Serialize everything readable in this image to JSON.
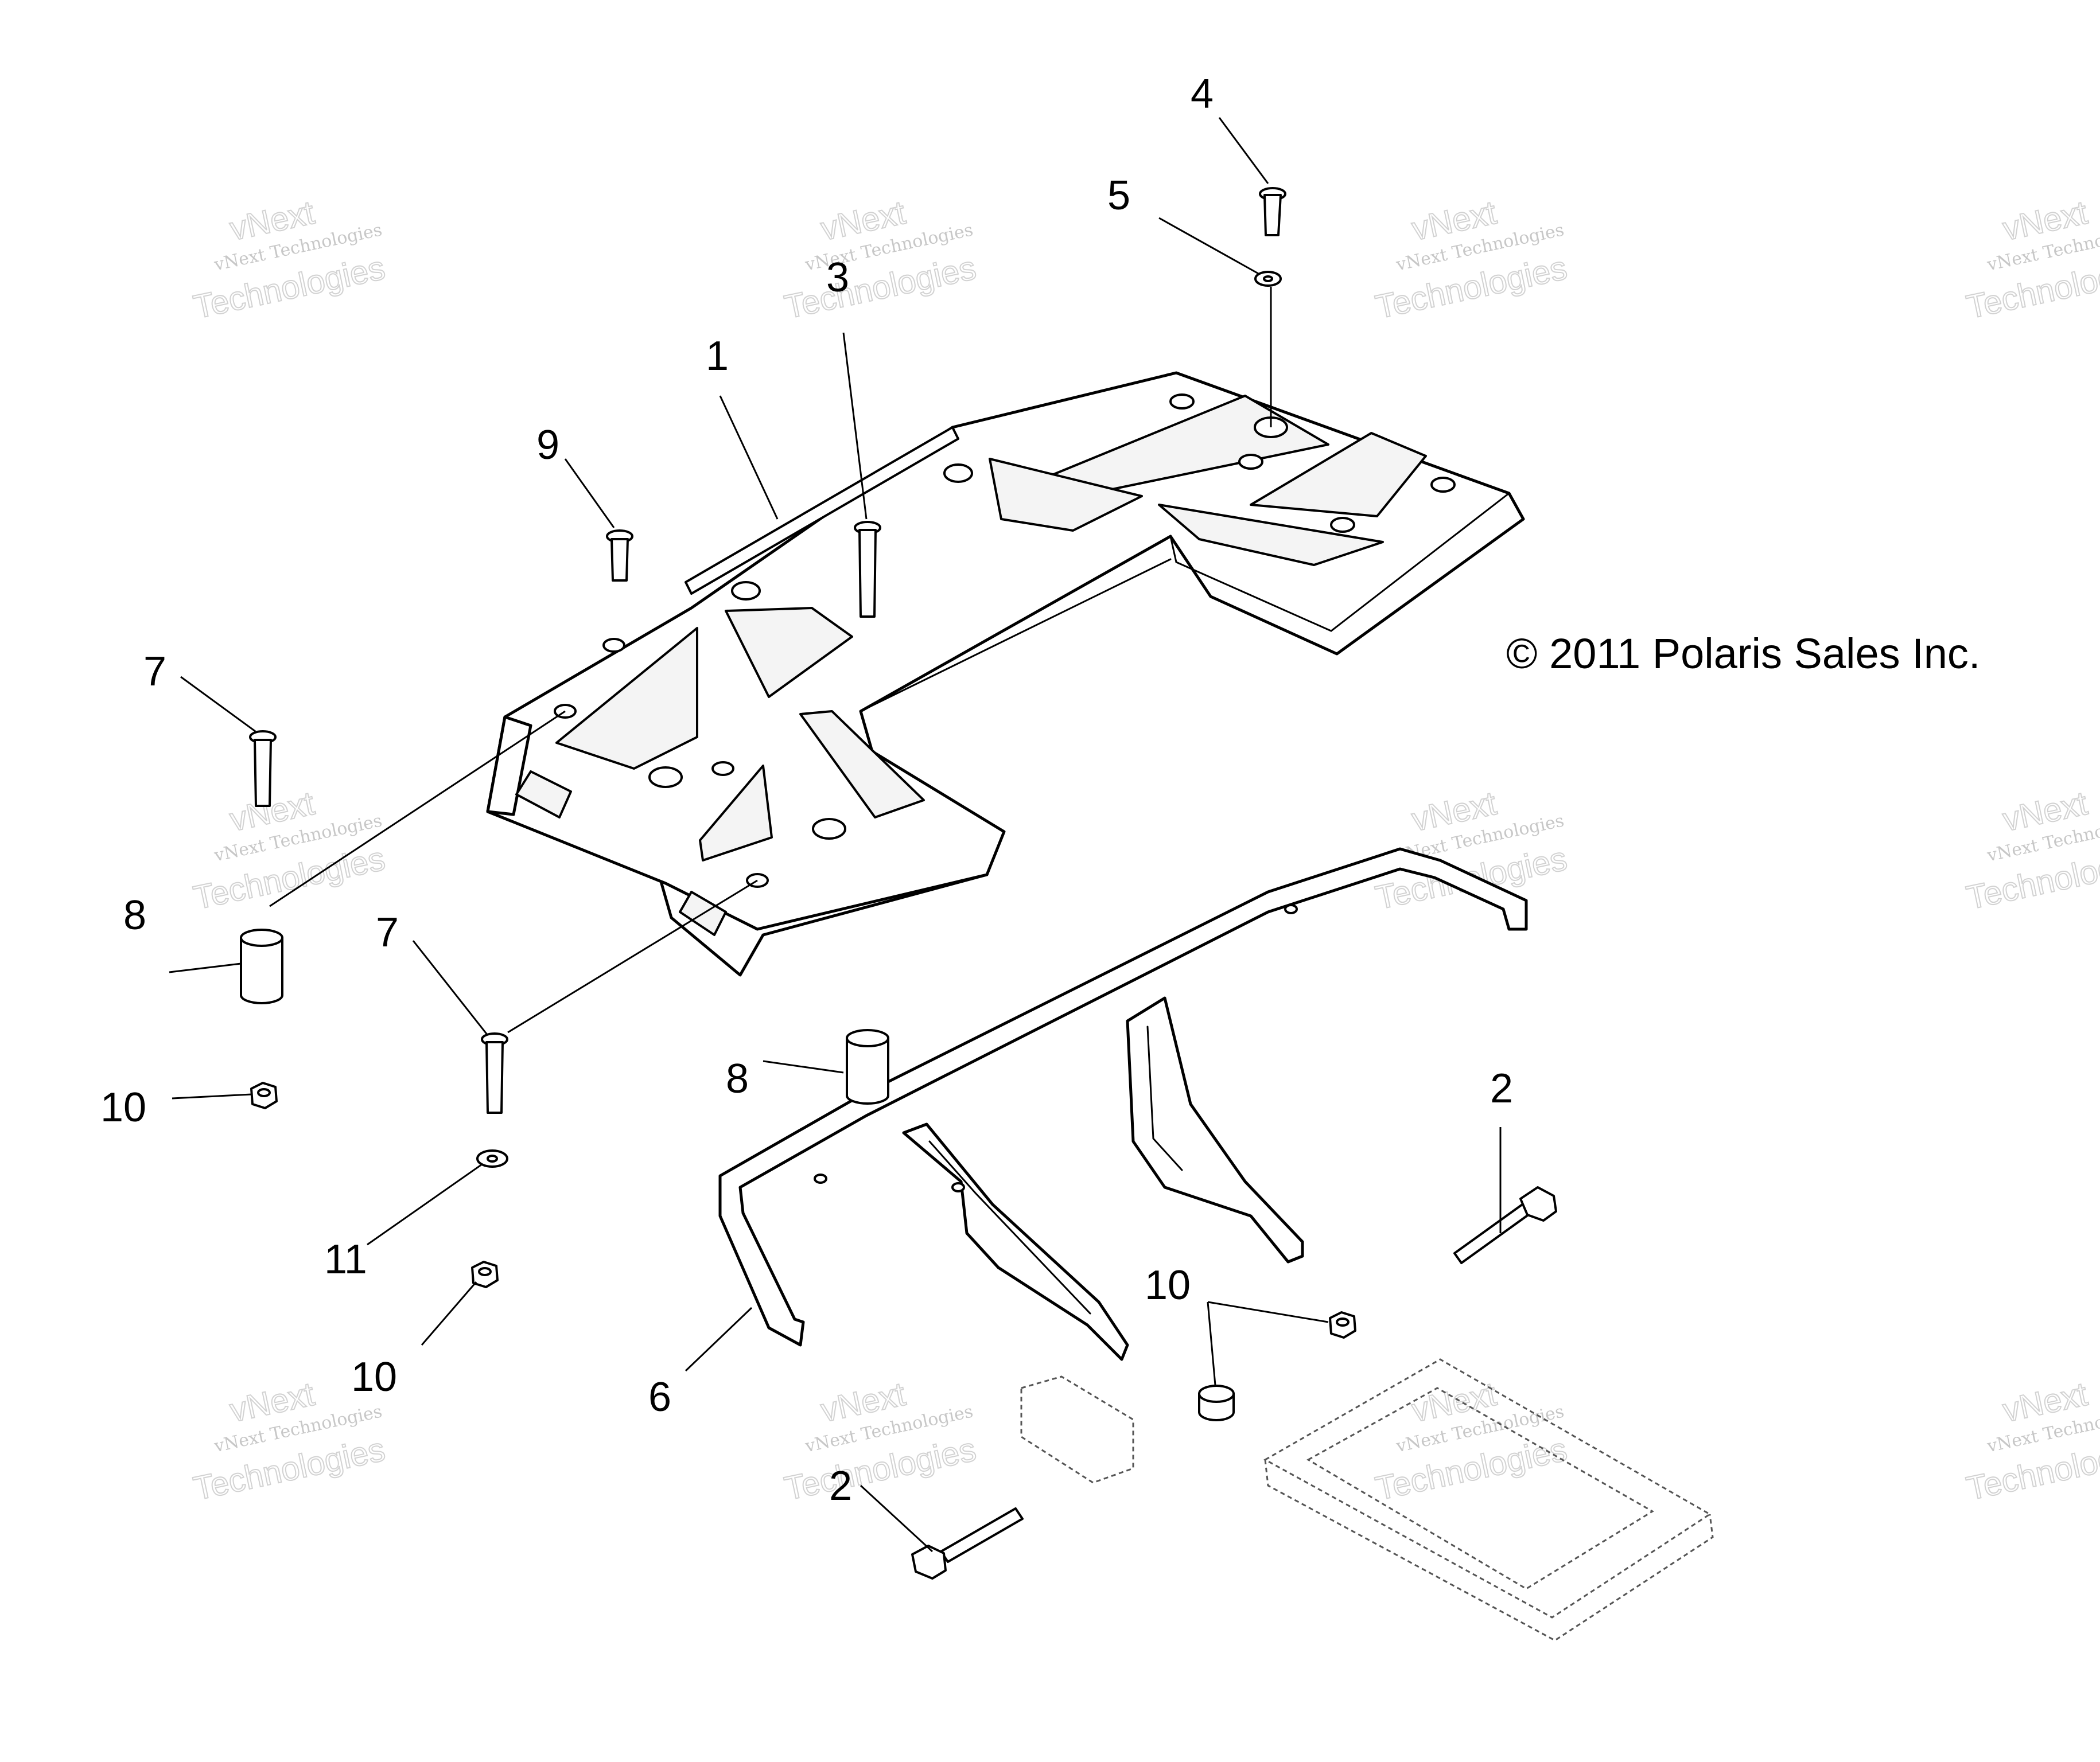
{
  "copyright": "© 2011 Polaris Sales Inc.",
  "watermark": {
    "line1": "vNext Technologies",
    "line2": "vNext",
    "line3": "Technologies"
  },
  "callouts": {
    "c1": "1",
    "c2a": "2",
    "c2b": "2",
    "c3": "3",
    "c4": "4",
    "c5": "5",
    "c6": "6",
    "c7a": "7",
    "c7b": "7",
    "c8a": "8",
    "c8b": "8",
    "c9": "9",
    "c10a": "10",
    "c10b": "10",
    "c10c": "10",
    "c11": "11"
  },
  "colors": {
    "line": "#000000",
    "background": "#ffffff",
    "watermark": "#9a9a9a"
  }
}
